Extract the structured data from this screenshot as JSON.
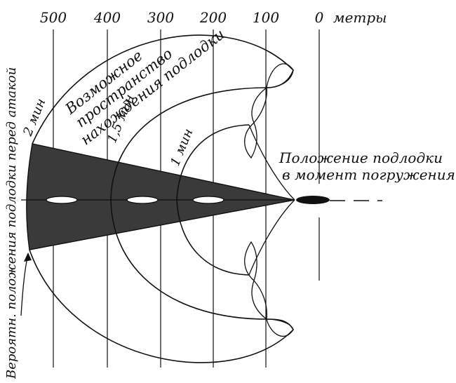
{
  "scale": {
    "ticks": [
      "500",
      "400",
      "300",
      "200",
      "100",
      "0"
    ],
    "unit": "метры"
  },
  "labels": {
    "possible_space_line1": "Возможное",
    "possible_space_line2": "пространство",
    "possible_space_line3": "нахождения подлодки",
    "time_2min": "2 мин",
    "time_15min": "1,5 мин",
    "time_1min": "1 мин",
    "dive_position_line1": "Положение подлодки",
    "dive_position_line2": "в момент погружения",
    "probable_position": "Вероятн. положения подлодки перед атакой"
  },
  "colors": {
    "ink": "#111111",
    "shaded_sector": "#3a3a3a",
    "background": "#ffffff"
  }
}
